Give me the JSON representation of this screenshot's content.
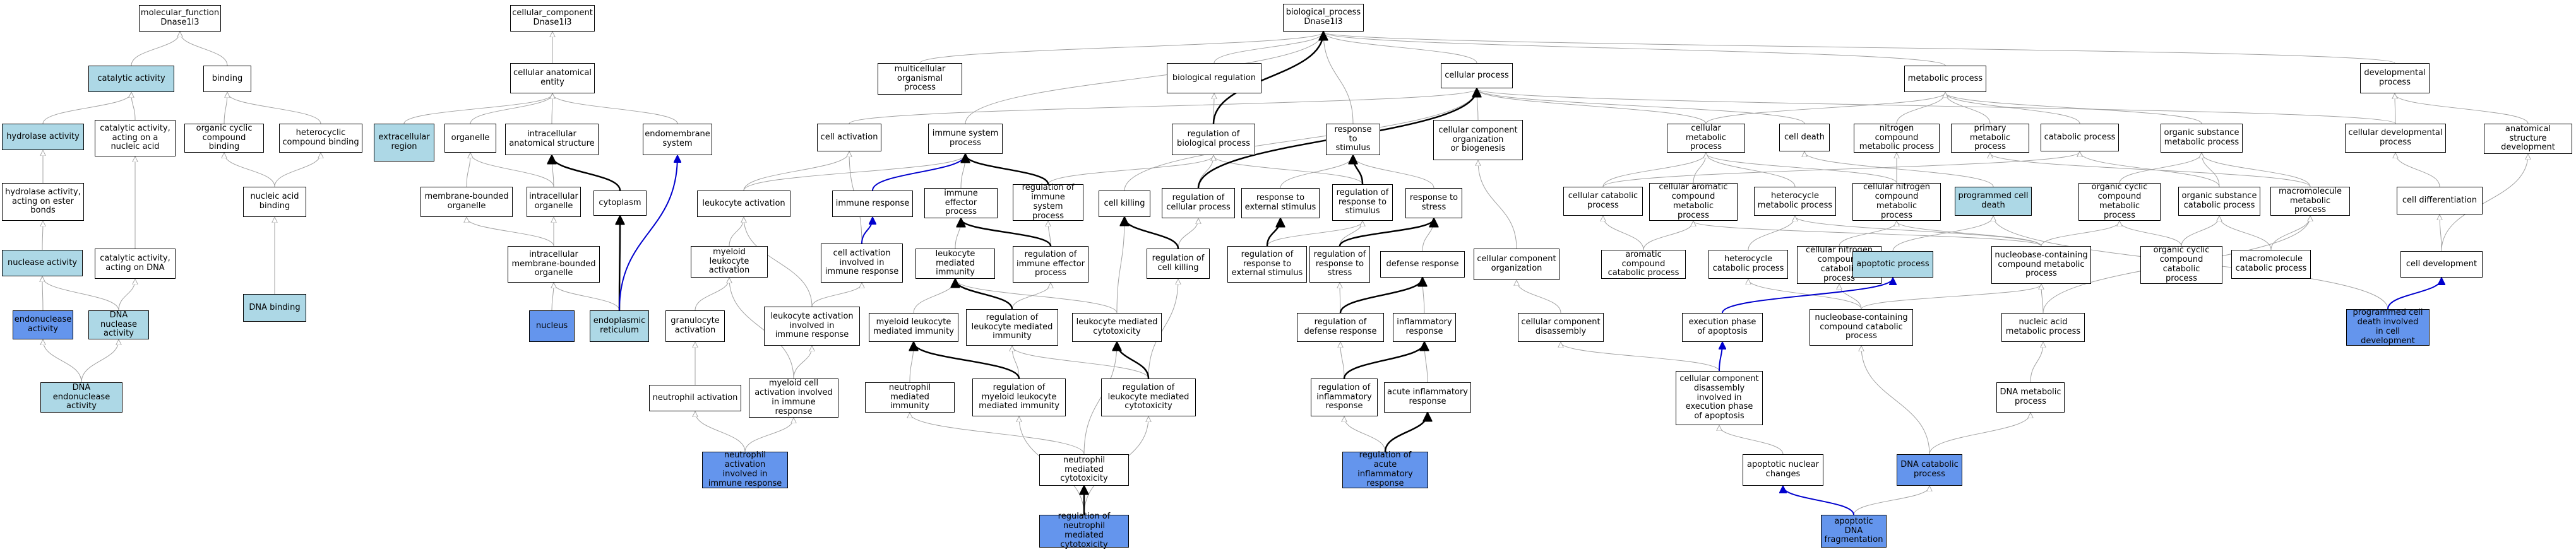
{
  "colors": {
    "plain": "#ffffff",
    "light": "#add8e6",
    "blue": "#6495ed",
    "edge_gray": "#a0a0a0",
    "edge_black": "#000000",
    "edge_blue": "#0000cd"
  },
  "nodes": {
    "molecular_function": {
      "label": "molecular_function\nDnase1l3",
      "fill": "plain"
    },
    "catalytic_activity": {
      "label": "catalytic activity",
      "fill": "light"
    },
    "binding": {
      "label": "binding",
      "fill": "plain"
    },
    "hydrolase_activity": {
      "label": "hydrolase activity",
      "fill": "light"
    },
    "catalytic_nucleic": {
      "label": "catalytic activity,\nacting on a\nnucleic acid",
      "fill": "plain"
    },
    "organic_cyclic_binding": {
      "label": "organic cyclic\ncompound binding",
      "fill": "plain"
    },
    "heterocyclic_binding": {
      "label": "heterocyclic\ncompound binding",
      "fill": "plain"
    },
    "hydrolase_ester": {
      "label": "hydrolase activity,\nacting on ester\nbonds",
      "fill": "plain"
    },
    "nucleic_acid_binding": {
      "label": "nucleic acid\nbinding",
      "fill": "plain"
    },
    "nuclease_activity": {
      "label": "nuclease activity",
      "fill": "light"
    },
    "catalytic_dna": {
      "label": "catalytic activity,\nacting on DNA",
      "fill": "plain"
    },
    "dna_binding": {
      "label": "DNA binding",
      "fill": "light"
    },
    "endonuclease_activity": {
      "label": "endonuclease\nactivity",
      "fill": "blue"
    },
    "dna_nuclease_activity": {
      "label": "DNA nuclease\nactivity",
      "fill": "light"
    },
    "dna_endonuclease_activity": {
      "label": "DNA endonuclease\nactivity",
      "fill": "light"
    },
    "cellular_component": {
      "label": "cellular_component\nDnase1l3",
      "fill": "plain"
    },
    "cellular_anatomical_entity": {
      "label": "cellular anatomical\nentity",
      "fill": "plain"
    },
    "extracellular_region": {
      "label": "extracellular\nregion",
      "fill": "light"
    },
    "organelle": {
      "label": "organelle",
      "fill": "plain"
    },
    "intracellular_anatomical": {
      "label": "intracellular\nanatomical structure",
      "fill": "plain"
    },
    "endomembrane_system": {
      "label": "endomembrane\nsystem",
      "fill": "plain"
    },
    "membrane_bounded_organelle": {
      "label": "membrane-bounded\norganelle",
      "fill": "plain"
    },
    "intracellular_organelle": {
      "label": "intracellular\norganelle",
      "fill": "plain"
    },
    "cytoplasm": {
      "label": "cytoplasm",
      "fill": "plain"
    },
    "intracellular_mb_organelle": {
      "label": "intracellular\nmembrane-bounded\norganelle",
      "fill": "plain"
    },
    "nucleus": {
      "label": "nucleus",
      "fill": "blue"
    },
    "endoplasmic_reticulum": {
      "label": "endoplasmic\nreticulum",
      "fill": "light"
    },
    "biological_process": {
      "label": "biological_process\nDnase1l3",
      "fill": "plain"
    },
    "multicellular_process": {
      "label": "multicellular\norganismal process",
      "fill": "plain"
    },
    "biological_regulation": {
      "label": "biological regulation",
      "fill": "plain"
    },
    "cellular_process": {
      "label": "cellular process",
      "fill": "plain"
    },
    "metabolic_process": {
      "label": "metabolic process",
      "fill": "plain"
    },
    "developmental_process": {
      "label": "developmental\nprocess",
      "fill": "plain"
    },
    "cell_activation": {
      "label": "cell activation",
      "fill": "plain"
    },
    "immune_system_process": {
      "label": "immune system\nprocess",
      "fill": "plain"
    },
    "regulation_bio_process": {
      "label": "regulation of\nbiological process",
      "fill": "plain"
    },
    "response_to_stimulus": {
      "label": "response to\nstimulus",
      "fill": "plain"
    },
    "cc_organization_biogenesis": {
      "label": "cellular component\norganization\nor biogenesis",
      "fill": "plain"
    },
    "cellular_metabolic_process": {
      "label": "cellular metabolic\nprocess",
      "fill": "plain"
    },
    "cell_death": {
      "label": "cell death",
      "fill": "plain"
    },
    "nitrogen_compound_metabolic": {
      "label": "nitrogen compound\nmetabolic process",
      "fill": "plain"
    },
    "primary_metabolic": {
      "label": "primary metabolic\nprocess",
      "fill": "plain"
    },
    "catabolic_process": {
      "label": "catabolic process",
      "fill": "plain"
    },
    "organic_substance_metabolic": {
      "label": "organic substance\nmetabolic process",
      "fill": "plain"
    },
    "cellular_developmental": {
      "label": "cellular developmental\nprocess",
      "fill": "plain"
    },
    "anatomical_structure_dev": {
      "label": "anatomical structure\ndevelopment",
      "fill": "plain"
    },
    "leukocyte_activation": {
      "label": "leukocyte activation",
      "fill": "plain"
    },
    "immune_response": {
      "label": "immune response",
      "fill": "plain"
    },
    "immune_effector_process": {
      "label": "immune effector\nprocess",
      "fill": "plain"
    },
    "reg_immune_system_process": {
      "label": "regulation of\nimmune system\nprocess",
      "fill": "plain"
    },
    "cell_killing": {
      "label": "cell killing",
      "fill": "plain"
    },
    "reg_cellular_process": {
      "label": "regulation of\ncellular process",
      "fill": "plain"
    },
    "response_external_stimulus": {
      "label": "response to\nexternal stimulus",
      "fill": "plain"
    },
    "reg_response_stimulus": {
      "label": "regulation of\nresponse to\nstimulus",
      "fill": "plain"
    },
    "response_to_stress": {
      "label": "response to\nstress",
      "fill": "plain"
    },
    "cellular_catabolic": {
      "label": "cellular catabolic\nprocess",
      "fill": "plain"
    },
    "cellular_aromatic_metabolic": {
      "label": "cellular aromatic\ncompound metabolic\nprocess",
      "fill": "plain"
    },
    "heterocycle_metabolic": {
      "label": "heterocycle\nmetabolic process",
      "fill": "plain"
    },
    "cellular_nitrogen_metabolic": {
      "label": "cellular nitrogen\ncompound metabolic\nprocess",
      "fill": "plain"
    },
    "programmed_cell_death": {
      "label": "programmed cell\ndeath",
      "fill": "light"
    },
    "organic_cyclic_metabolic": {
      "label": "organic cyclic\ncompound metabolic\nprocess",
      "fill": "plain"
    },
    "organic_substance_catabolic": {
      "label": "organic substance\ncatabolic process",
      "fill": "plain"
    },
    "macromolecule_metabolic": {
      "label": "macromolecule\nmetabolic process",
      "fill": "plain"
    },
    "cell_differentiation": {
      "label": "cell differentiation",
      "fill": "plain"
    },
    "myeloid_leukocyte_activation": {
      "label": "myeloid leukocyte\nactivation",
      "fill": "plain"
    },
    "cell_activation_immune": {
      "label": "cell activation\ninvolved in\nimmune response",
      "fill": "plain"
    },
    "leukocyte_mediated_immunity": {
      "label": "leukocyte mediated\nimmunity",
      "fill": "plain"
    },
    "reg_immune_effector": {
      "label": "regulation of\nimmune effector\nprocess",
      "fill": "plain"
    },
    "reg_cell_killing": {
      "label": "regulation of\ncell killing",
      "fill": "plain"
    },
    "reg_response_external": {
      "label": "regulation of\nresponse to\nexternal stimulus",
      "fill": "plain"
    },
    "reg_response_stress": {
      "label": "regulation of\nresponse to\nstress",
      "fill": "plain"
    },
    "defense_response": {
      "label": "defense response",
      "fill": "plain"
    },
    "cellular_component_organization": {
      "label": "cellular component\norganization",
      "fill": "plain"
    },
    "aromatic_catabolic": {
      "label": "aromatic compound\ncatabolic process",
      "fill": "plain"
    },
    "heterocycle_catabolic": {
      "label": "heterocycle\ncatabolic process",
      "fill": "plain"
    },
    "cellular_nitrogen_catabolic": {
      "label": "cellular nitrogen\ncompound catabolic\nprocess",
      "fill": "plain"
    },
    "apoptotic_process": {
      "label": "apoptotic process",
      "fill": "light"
    },
    "nucleobase_metabolic": {
      "label": "nucleobase-containing\ncompound metabolic\nprocess",
      "fill": "plain"
    },
    "organic_cyclic_catabolic": {
      "label": "organic cyclic\ncompound catabolic\nprocess",
      "fill": "plain"
    },
    "macromolecule_catabolic": {
      "label": "macromolecule\ncatabolic process",
      "fill": "plain"
    },
    "cell_development": {
      "label": "cell development",
      "fill": "plain"
    },
    "granulocyte_activation": {
      "label": "granulocyte\nactivation",
      "fill": "plain"
    },
    "leukocyte_activation_immune": {
      "label": "leukocyte activation\ninvolved in\nimmune response",
      "fill": "plain"
    },
    "myeloid_leukocyte_immunity": {
      "label": "myeloid leukocyte\nmediated immunity",
      "fill": "plain"
    },
    "reg_leukocyte_immunity": {
      "label": "regulation of\nleukocyte mediated\nimmunity",
      "fill": "plain"
    },
    "leukocyte_mediated_cytotoxicity": {
      "label": "leukocyte mediated\ncytotoxicity",
      "fill": "plain"
    },
    "reg_defense_response": {
      "label": "regulation of\ndefense response",
      "fill": "plain"
    },
    "inflammatory_response": {
      "label": "inflammatory\nresponse",
      "fill": "plain"
    },
    "cc_disassembly": {
      "label": "cellular component\ndisassembly",
      "fill": "plain"
    },
    "execution_phase_apoptosis": {
      "label": "execution phase\nof apoptosis",
      "fill": "plain"
    },
    "nucleobase_catabolic": {
      "label": "nucleobase-containing\ncompound catabolic\nprocess",
      "fill": "plain"
    },
    "nucleic_acid_metabolic": {
      "label": "nucleic acid\nmetabolic process",
      "fill": "plain"
    },
    "programmed_cell_death_dev": {
      "label": "programmed cell\ndeath involved\nin cell development",
      "fill": "blue"
    },
    "neutrophil_activation": {
      "label": "neutrophil activation",
      "fill": "plain"
    },
    "myeloid_cell_activation_immune": {
      "label": "myeloid cell\nactivation involved\nin immune response",
      "fill": "plain"
    },
    "neutrophil_mediated_immunity": {
      "label": "neutrophil mediated\nimmunity",
      "fill": "plain"
    },
    "reg_myeloid_immunity": {
      "label": "regulation of\nmyeloid leukocyte\nmediated immunity",
      "fill": "plain"
    },
    "reg_leukocyte_cytotoxicity": {
      "label": "regulation of\nleukocyte mediated\ncytotoxicity",
      "fill": "plain"
    },
    "reg_inflammatory_response": {
      "label": "regulation of\ninflammatory\nresponse",
      "fill": "plain"
    },
    "acute_inflammatory_response": {
      "label": "acute inflammatory\nresponse",
      "fill": "plain"
    },
    "cc_disassembly_apoptosis": {
      "label": "cellular component\ndisassembly\ninvolved in\nexecution phase\nof apoptosis",
      "fill": "plain"
    },
    "dna_metabolic": {
      "label": "DNA metabolic\nprocess",
      "fill": "plain"
    },
    "neutrophil_activation_immune": {
      "label": "neutrophil activation\ninvolved in\nimmune response",
      "fill": "blue"
    },
    "neutrophil_cytotoxicity": {
      "label": "neutrophil mediated\ncytotoxicity",
      "fill": "plain"
    },
    "reg_acute_inflammatory": {
      "label": "regulation of\nacute inflammatory\nresponse",
      "fill": "blue"
    },
    "apoptotic_nuclear_changes": {
      "label": "apoptotic nuclear\nchanges",
      "fill": "plain"
    },
    "dna_catabolic": {
      "label": "DNA catabolic\nprocess",
      "fill": "blue"
    },
    "reg_neutrophil_cytotoxicity": {
      "label": "regulation of\nneutrophil mediated\ncytotoxicity",
      "fill": "blue"
    },
    "apoptotic_dna_fragmentation": {
      "label": "apoptotic DNA\nfragmentation",
      "fill": "blue"
    }
  }
}
